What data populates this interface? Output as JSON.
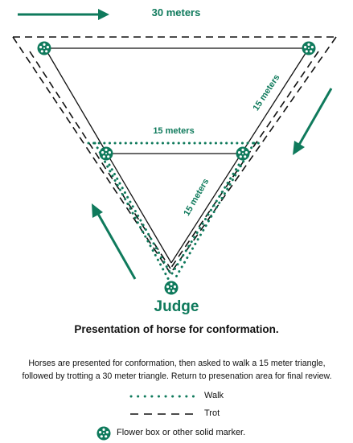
{
  "diagram": {
    "labels": {
      "top_distance": "30 meters",
      "inner_top_distance": "15 meters",
      "right_upper_distance": "15 meters",
      "inner_right_distance": "15 meters"
    },
    "judge": "Judge",
    "subtitle": "Presentation of horse for conformation.",
    "description": "Horses are presented for conformation, then asked to walk a 15 meter triangle, followed by trotting a 30 meter triangle.  Return to presenation area for final review.",
    "legend": {
      "walk": "Walk",
      "trot": "Trot",
      "marker": "Flower box or other solid marker."
    },
    "colors": {
      "green": "#0f7a5c",
      "line": "#111111"
    }
  }
}
